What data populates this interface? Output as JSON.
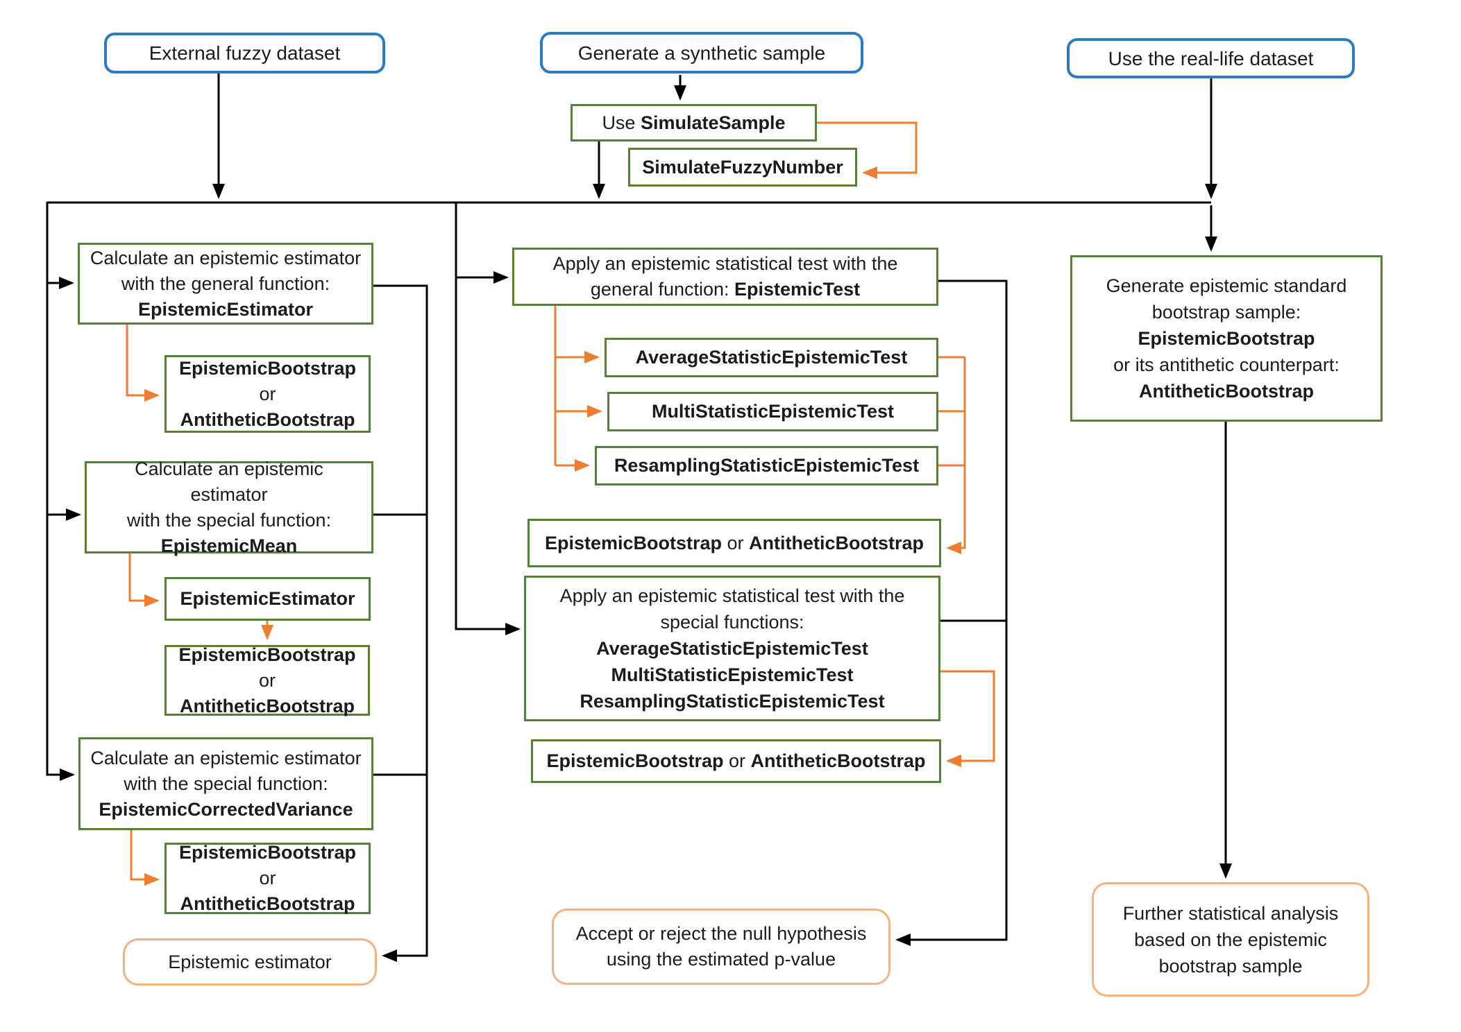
{
  "diagram": {
    "sources": {
      "external": "External fuzzy dataset",
      "synthetic": "Generate a synthetic sample",
      "real_life": "Use the real-life dataset"
    },
    "simulate": {
      "use_prefix": "Use ",
      "simulate_sample": "SimulateSample",
      "simulate_fuzzy_number": "SimulateFuzzyNumber"
    },
    "left": {
      "calc_general": {
        "line1": "Calculate an epistemic estimator",
        "line2": "with the general function:",
        "func": "EpistemicEstimator"
      },
      "calc_mean": {
        "line1": "Calculate an epistemic estimator",
        "line2": "with the special function:",
        "func": "EpistemicMean"
      },
      "calc_variance": {
        "line1": "Calculate an epistemic estimator",
        "line2": "with the special function:",
        "func": "EpistemicCorrectedVariance"
      },
      "epistemic_estimator_fn": "EpistemicEstimator",
      "result": "Epistemic estimator"
    },
    "bootstrap": {
      "b1": "EpistemicBootstrap",
      "or2line": " or",
      "or_inline": " or ",
      "b2": "AntitheticBootstrap"
    },
    "middle": {
      "apply_general": {
        "line1": "Apply an epistemic statistical test with the",
        "line2_prefix": "general function: ",
        "func": "EpistemicTest"
      },
      "tests": [
        "AverageStatisticEpistemicTest",
        "MultiStatisticEpistemicTest",
        "ResamplingStatisticEpistemicTest"
      ],
      "apply_special": {
        "line1": "Apply an epistemic statistical test with the",
        "line2": "special functions:"
      },
      "result": {
        "line1": "Accept or reject the null hypothesis",
        "line2": "using the estimated p-value"
      }
    },
    "right": {
      "generate": {
        "line1": "Generate epistemic standard",
        "line2": "bootstrap sample:",
        "func1": "EpistemicBootstrap",
        "line3": "or its antithetic counterpart:",
        "func2": "AntitheticBootstrap"
      },
      "result": {
        "line1": "Further statistical analysis",
        "line2": "based on the epistemic",
        "line3": "bootstrap sample"
      }
    },
    "colors": {
      "blue_border": "#2b7ac2",
      "green_border": "#548235",
      "orange_arrow": "#ED7D31",
      "orange_border": "#F4B183",
      "black_line": "#000000"
    }
  }
}
